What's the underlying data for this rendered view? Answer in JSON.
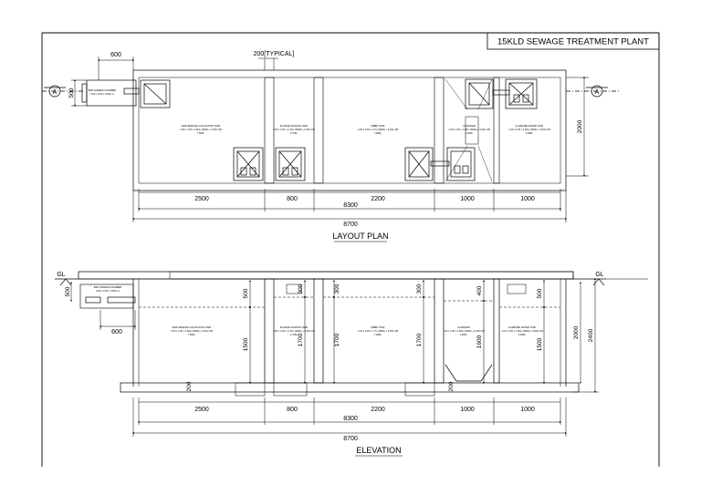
{
  "title_block": {
    "title": "15KLD SEWAGE TREATMENT PLANT"
  },
  "plan": {
    "caption": "LAYOUT PLAN",
    "typical_label": "200[TYPICAL]",
    "section_marker": "A",
    "top_dim": "600",
    "left_dim": "500",
    "right_dim": "2000",
    "widths": [
      "2500",
      "800",
      "2200",
      "1000",
      "1000"
    ],
    "sub_total": "8300",
    "total": "8700",
    "tank_labels": {
      "screen": [
        "BAR SCREEN CHAMBER",
        "0.60 x 0.50 x 0.50m H"
      ],
      "collection": [
        "RAW SEWAGE COLLECTION TANK",
        "2.50 x 2.00 x 1.50m (SWD) + 0.50m FB",
        "7.50KL"
      ],
      "sludge": [
        "SLUDGE HOLDING TANK",
        "0.80 x 2.00 x 1.70m (SWD) + 0.30m FB",
        "2.72KL"
      ],
      "mbbr": [
        "MBBR TANK",
        "2.20 x 2.00 x 1.7m (SWD) + 0.30m FB",
        "7.48KL"
      ],
      "clarifier": [
        "CLARIFIER",
        "1.00 x 2.00 x 1.60m (SWD) + 0.40m FB",
        "3.20KL"
      ],
      "water": [
        "CLARIFIED WATER TANK",
        "1.00 x 2.00 x 1.50m (SWD) + 0.50m FB",
        "3.00KL"
      ]
    }
  },
  "elevation": {
    "caption": "ELEVATION",
    "gl": "GL",
    "left_dim": "500",
    "screen_dim": "600",
    "freeboards": [
      "500",
      "300",
      "300",
      "300",
      "400",
      "500"
    ],
    "depths": [
      "1500",
      "1700",
      "1700",
      "1700",
      "1600",
      "1500"
    ],
    "base_dims": [
      "200",
      "200"
    ],
    "right_dims": [
      "2000",
      "2400"
    ],
    "widths": [
      "2500",
      "800",
      "2200",
      "1000",
      "1000"
    ],
    "sub_total": "8300",
    "total": "8700"
  }
}
